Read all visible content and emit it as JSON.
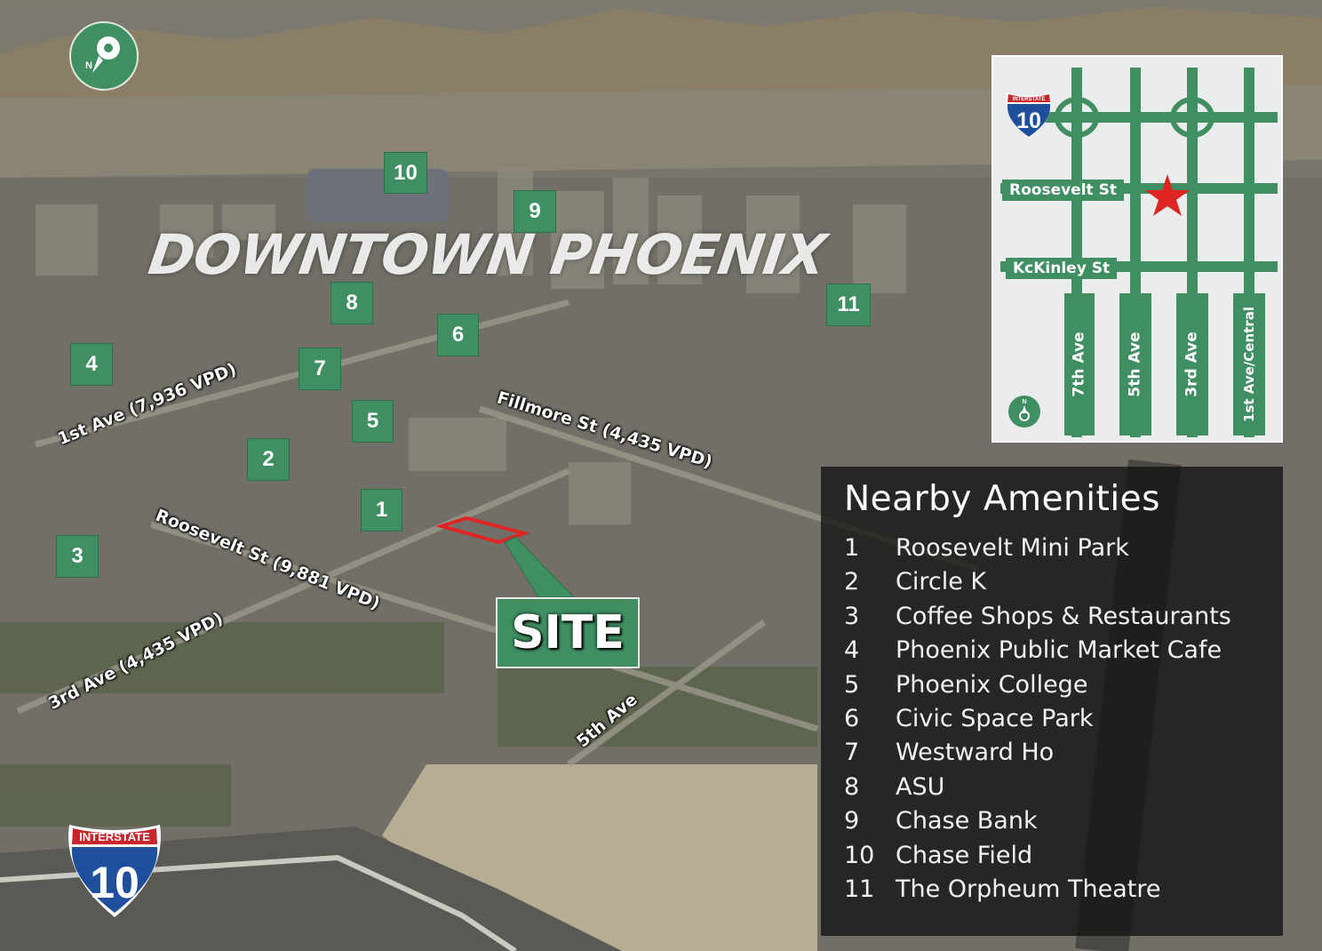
{
  "map": {
    "title": "DOWNTOWN PHOENIX",
    "north_label": "N",
    "site_label": "SITE",
    "interstate_badge": {
      "top_text": "INTERSTATE",
      "number": "10"
    },
    "road_labels": [
      {
        "id": "first-ave",
        "text": "1st Ave (7,936 VPD)"
      },
      {
        "id": "fillmore-st",
        "text": "Fillmore St (4,435 VPD)"
      },
      {
        "id": "roosevelt-st",
        "text": "Roosevelt St (9,881 VPD)"
      },
      {
        "id": "third-ave",
        "text": "3rd Ave (4,435 VPD)"
      },
      {
        "id": "fifth-ave",
        "text": "5th Ave"
      }
    ],
    "markers": [
      "1",
      "2",
      "3",
      "4",
      "5",
      "6",
      "7",
      "8",
      "9",
      "10",
      "11"
    ]
  },
  "inset_map": {
    "interstate_badge": {
      "top_text": "INTERSTATE",
      "number": "10"
    },
    "horizontal_roads": [
      "Roosevelt St",
      "KcKinley St"
    ],
    "vertical_roads": [
      "7th Ave",
      "5th Ave",
      "3rd Ave",
      "1st Ave/Central"
    ],
    "north_label": "N",
    "site_marker": "star-icon",
    "colors": {
      "road": "#3f8f62",
      "star": "#e02424",
      "background": "#ebeced"
    }
  },
  "legend": {
    "title": "Nearby Amenities",
    "items": [
      {
        "num": "1",
        "name": "Roosevelt Mini Park"
      },
      {
        "num": "2",
        "name": "Circle K"
      },
      {
        "num": "3",
        "name": "Coffee Shops & Restaurants"
      },
      {
        "num": "4",
        "name": "Phoenix Public Market Cafe"
      },
      {
        "num": "5",
        "name": "Phoenix College"
      },
      {
        "num": "6",
        "name": "Civic Space Park"
      },
      {
        "num": "7",
        "name": "Westward Ho"
      },
      {
        "num": "8",
        "name": "ASU"
      },
      {
        "num": "9",
        "name": "Chase Bank"
      },
      {
        "num": "10",
        "name": "Chase Field"
      },
      {
        "num": "11",
        "name": "The Orpheum Theatre"
      }
    ]
  },
  "colors": {
    "brand_green": "#3f8f62",
    "site_outline": "#e02424",
    "interstate_blue": "#1f4f9c",
    "interstate_red": "#c8262c"
  }
}
